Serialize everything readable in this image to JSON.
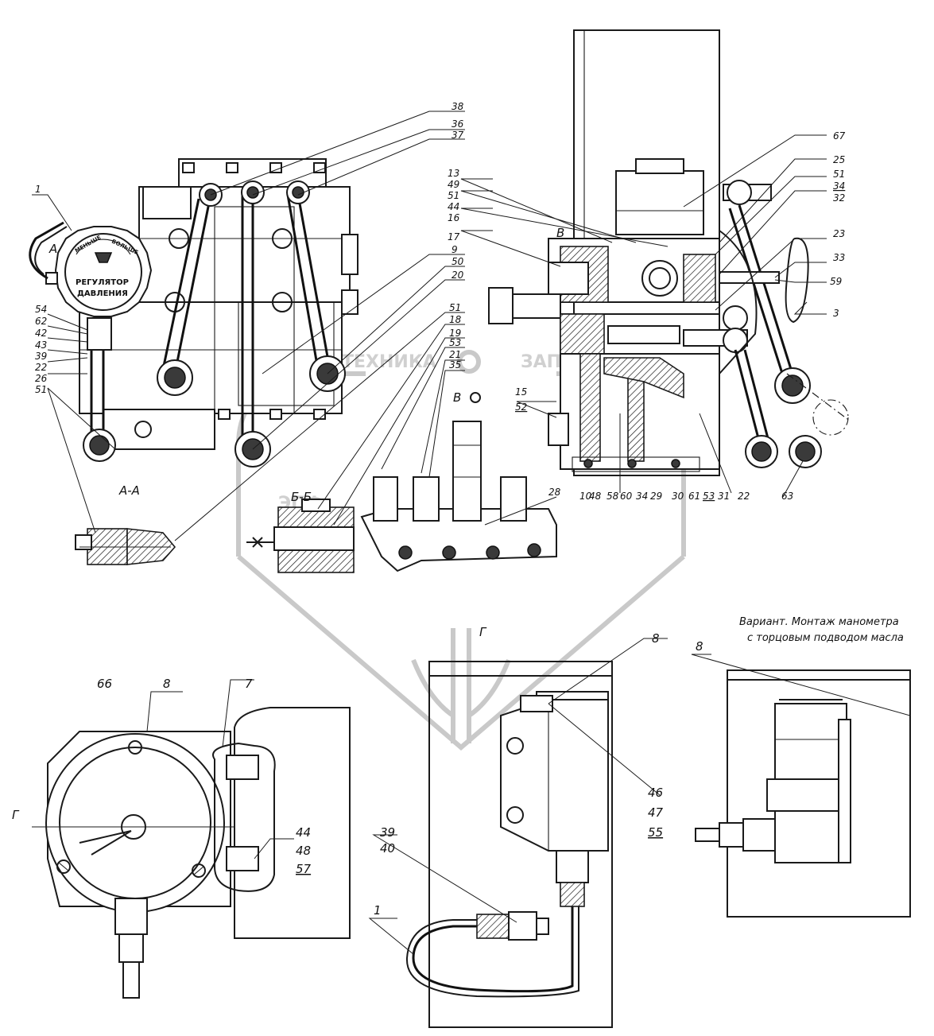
{
  "watermark": {
    "left": "ТЕХНИКА",
    "right": "ЗАПЧАСТИ",
    "letters": "ЭПФ"
  },
  "gauge": {
    "small_left": "МЕНЬШЕ",
    "small_right": "БОЛЬШЕ",
    "line1": "РЕГУЛЯТОР",
    "line2": "ДАВЛЕНИЯ"
  },
  "views": {
    "aa": "А-А",
    "bb": "Б-Б",
    "v": "В",
    "g": "Г",
    "g_left": "Г",
    "a_mark": "А",
    "b_mark": "В"
  },
  "note": {
    "line1": "Вариант. Монтаж манометра",
    "line2": "с торцовым подводом масла"
  },
  "labels": {
    "l1": "1",
    "l38": "38",
    "l36": "36",
    "l37": "37",
    "l9": "9",
    "l50": "50",
    "l20": "20",
    "l51a": "51",
    "l18": "18",
    "l19": "19",
    "l53": "53",
    "l21": "21",
    "l35": "35",
    "l15": "15",
    "l52": "52",
    "l28": "28",
    "l54": "54",
    "l62": "62",
    "l42": "42",
    "l43": "43",
    "l39": "39",
    "l22a": "22",
    "l26": "26",
    "l51b": "51",
    "l13": "13",
    "l49": "49",
    "l51c": "51",
    "l44a": "44",
    "l16": "16",
    "l17": "17",
    "l67": "67",
    "l25": "25",
    "l51d": "51",
    "l34a": "34",
    "l32": "32",
    "l23": "23",
    "l33": "33",
    "l59": "59",
    "l3": "3",
    "b10": "10",
    "b48": "48",
    "b58": "58",
    "b60": "60",
    "b34": "34",
    "b29": "29",
    "b30": "30",
    "b61": "61",
    "b53": "53",
    "b31": "31",
    "b22": "22",
    "b63": "63",
    "l66": "66",
    "l8a": "8",
    "l7": "7",
    "l44b": "44",
    "l48": "48",
    "l57": "57",
    "l8b": "8",
    "l46": "46",
    "l47": "47",
    "l55": "55",
    "l39b": "39",
    "l40": "40",
    "l1b": "1",
    "l8c": "8"
  }
}
